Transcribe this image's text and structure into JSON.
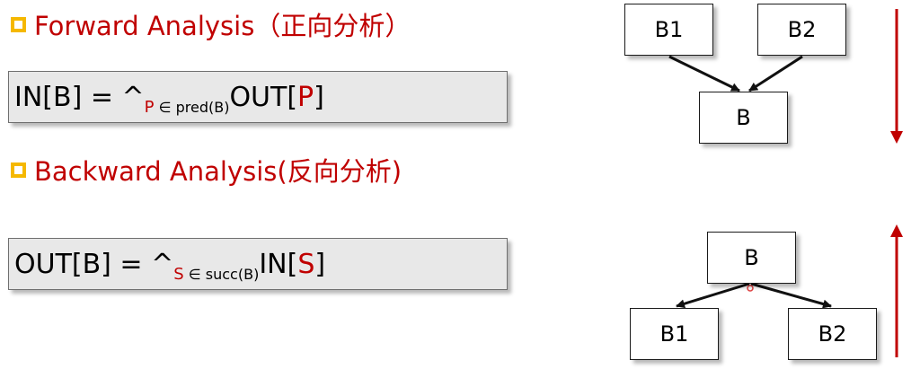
{
  "forward": {
    "heading": "Forward Analysis（正向分析）",
    "formula": {
      "lhs": "IN[B] = ^",
      "sub_var": "P",
      "sub_rest": " ∈ pred(B)",
      "mid": " OUT[",
      "var": "P",
      "end": "]"
    },
    "nodes": {
      "top_left": "B1",
      "top_right": "B2",
      "bottom": "B"
    }
  },
  "backward": {
    "heading": "Backward Analysis(反向分析)",
    "formula": {
      "lhs": "OUT[B] = ^",
      "sub_var": "S",
      "sub_rest": " ∈ succ(B)",
      "mid": " IN[",
      "var": "S",
      "end": "]"
    },
    "nodes": {
      "top": "B",
      "bottom_left": "B1",
      "bottom_right": "B2"
    }
  },
  "colors": {
    "accent_red": "#c00000",
    "bullet_yellow": "#f5b800",
    "formula_bg": "#e8e8e8"
  },
  "direction_arrows": {
    "forward": "down",
    "backward": "up"
  }
}
